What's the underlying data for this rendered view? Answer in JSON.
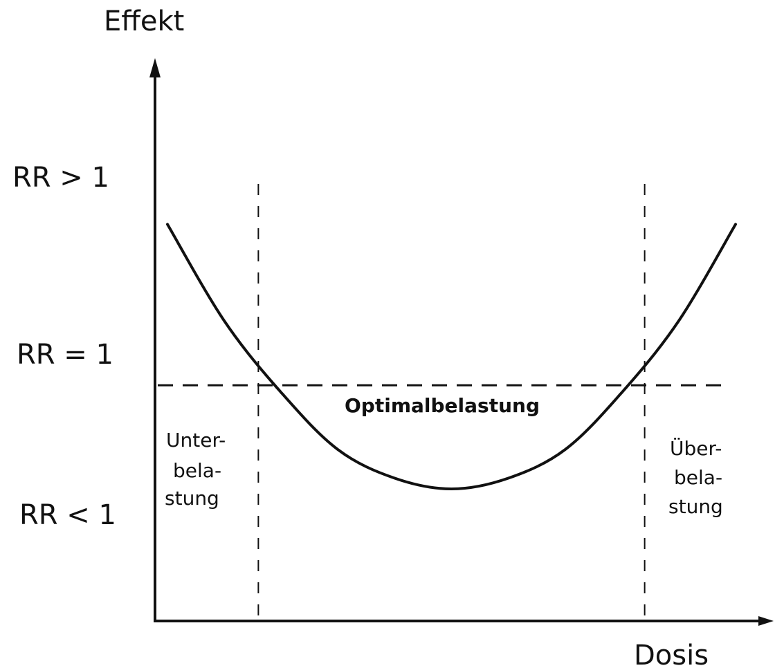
{
  "chart_data": {
    "type": "line",
    "y_axis_label": "Effekt",
    "x_axis_label": "Dosis",
    "levels": [
      {
        "name": "above",
        "label": "RR > 1"
      },
      {
        "name": "equal",
        "label": "RR = 1"
      },
      {
        "name": "below",
        "label": "RR < 1"
      }
    ],
    "regions": [
      {
        "name": "unterbelastung",
        "lines": [
          "Unter-",
          "bela-",
          "stung"
        ]
      },
      {
        "name": "optimalbelastung",
        "lines": [
          "Optimalbelastung"
        ]
      },
      {
        "name": "ueberbelastung",
        "lines": [
          "Über-",
          "bela-",
          "stung"
        ]
      }
    ],
    "curve": {
      "shape": "u-shaped",
      "x": [
        0.0,
        0.1,
        0.2,
        0.3,
        0.4,
        0.5,
        0.6,
        0.7,
        0.8,
        0.9,
        1.0
      ],
      "y": [
        0.74,
        0.47,
        0.27,
        0.11,
        0.03,
        0.0,
        0.03,
        0.11,
        0.27,
        0.47,
        0.74
      ]
    },
    "reference_line_y": 0.29,
    "thresholds_x": [
      0.16,
      0.84
    ],
    "grid": false,
    "legend": "none",
    "line_color": "#111111",
    "background_color": "#ffffff"
  }
}
